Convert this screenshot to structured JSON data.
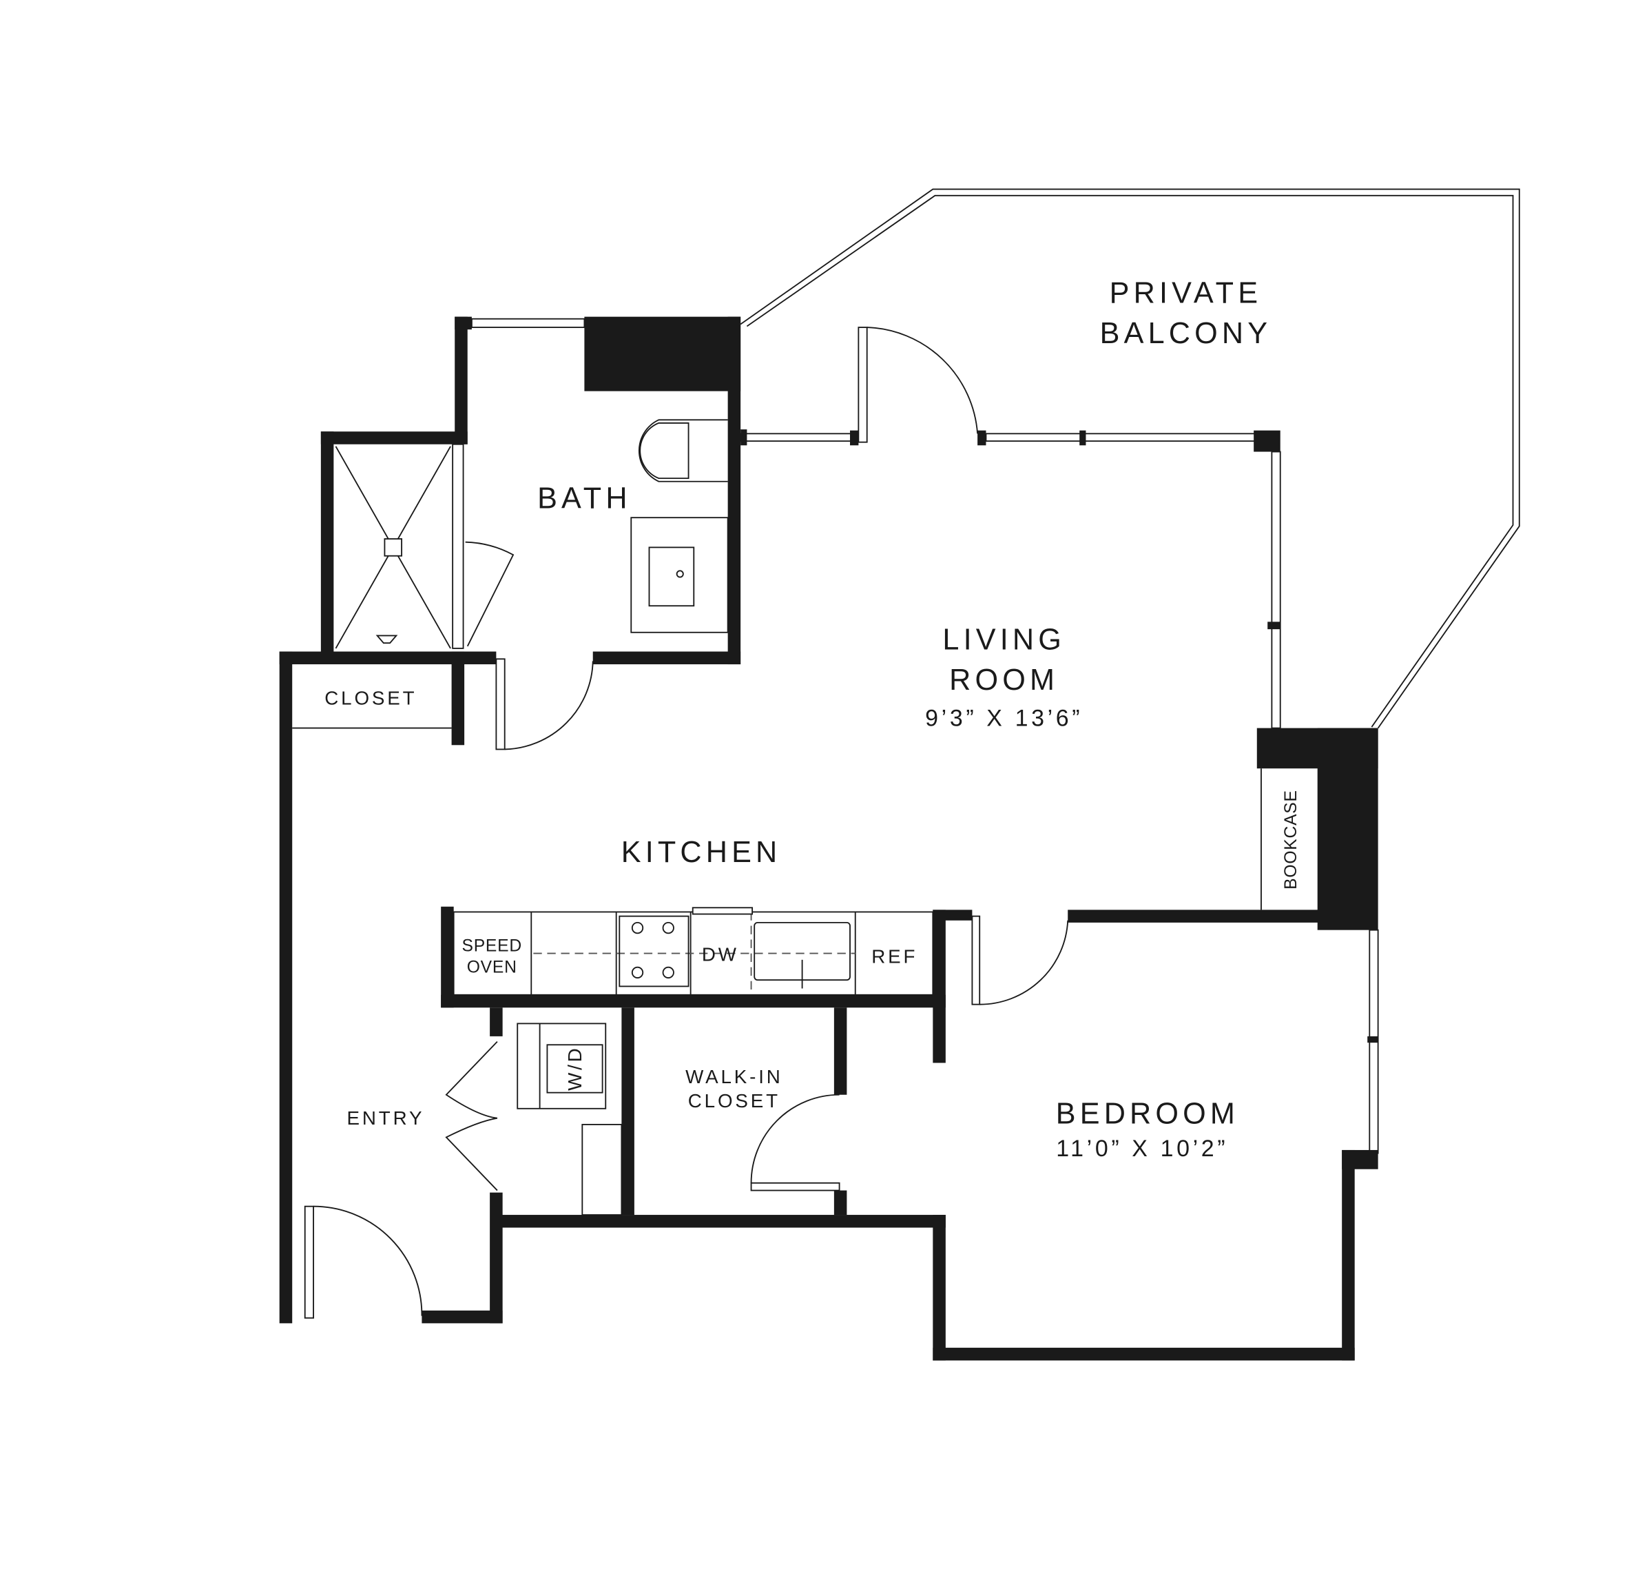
{
  "title": "Floor Plan",
  "colors": {
    "wall": "#1a1a1a",
    "background": "#ffffff"
  },
  "rooms": {
    "balcony": {
      "line1": "PRIVATE",
      "line2": "BALCONY"
    },
    "living": {
      "line1": "LIVING",
      "line2": "ROOM",
      "dims": "9’3” X 13’6”"
    },
    "bath": {
      "name": "BATH"
    },
    "closet": {
      "name": "CLOSET"
    },
    "kitchen": {
      "name": "KITCHEN"
    },
    "bookcase": {
      "name": "BOOKCASE"
    },
    "entry": {
      "name": "ENTRY"
    },
    "walkin": {
      "line1": "WALK-IN",
      "line2": "CLOSET"
    },
    "bedroom": {
      "name": "BEDROOM",
      "dims": "11’0” X 10’2”"
    }
  },
  "appliances": {
    "speed_oven": {
      "line1": "SPEED",
      "line2": "OVEN"
    },
    "dishwasher": "DW",
    "refrigerator": "REF",
    "washer_dryer": "W/D"
  }
}
